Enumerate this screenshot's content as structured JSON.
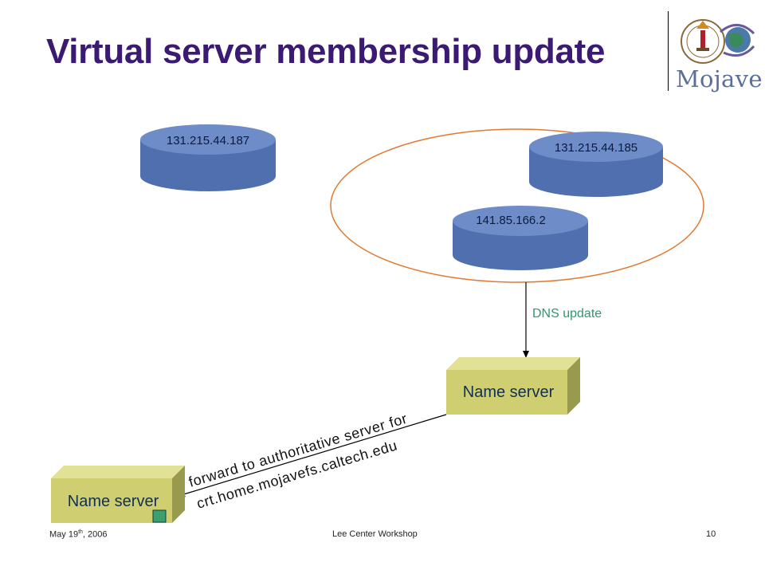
{
  "title": "Virtual server membership update",
  "logo": {
    "text": "Mojave",
    "seal_icon": "caltech-seal-icon",
    "globe_icon": "globe-icon"
  },
  "disks": [
    {
      "label": "131.215.44.187"
    },
    {
      "label": "131.215.44.185"
    },
    {
      "label": "141.85.166.2"
    }
  ],
  "dns_update_label": "DNS update",
  "name_servers": [
    {
      "label": "Name server"
    },
    {
      "label": "Name server"
    }
  ],
  "forward_label": {
    "line1": "forward to authoritative server for",
    "line2": "crt.home.mojavefs.caltech.edu"
  },
  "footer": {
    "date_prefix": "May 19",
    "date_sup": "th",
    "date_suffix": ", 2006",
    "center": "Lee Center Workshop",
    "page": "10"
  },
  "colors": {
    "title": "#3a1a73",
    "disk_fill": "#4f6fae",
    "ellipse_stroke": "#e07a30",
    "server_fill": "#cfcf72",
    "dns_label": "#2e9a6a"
  }
}
